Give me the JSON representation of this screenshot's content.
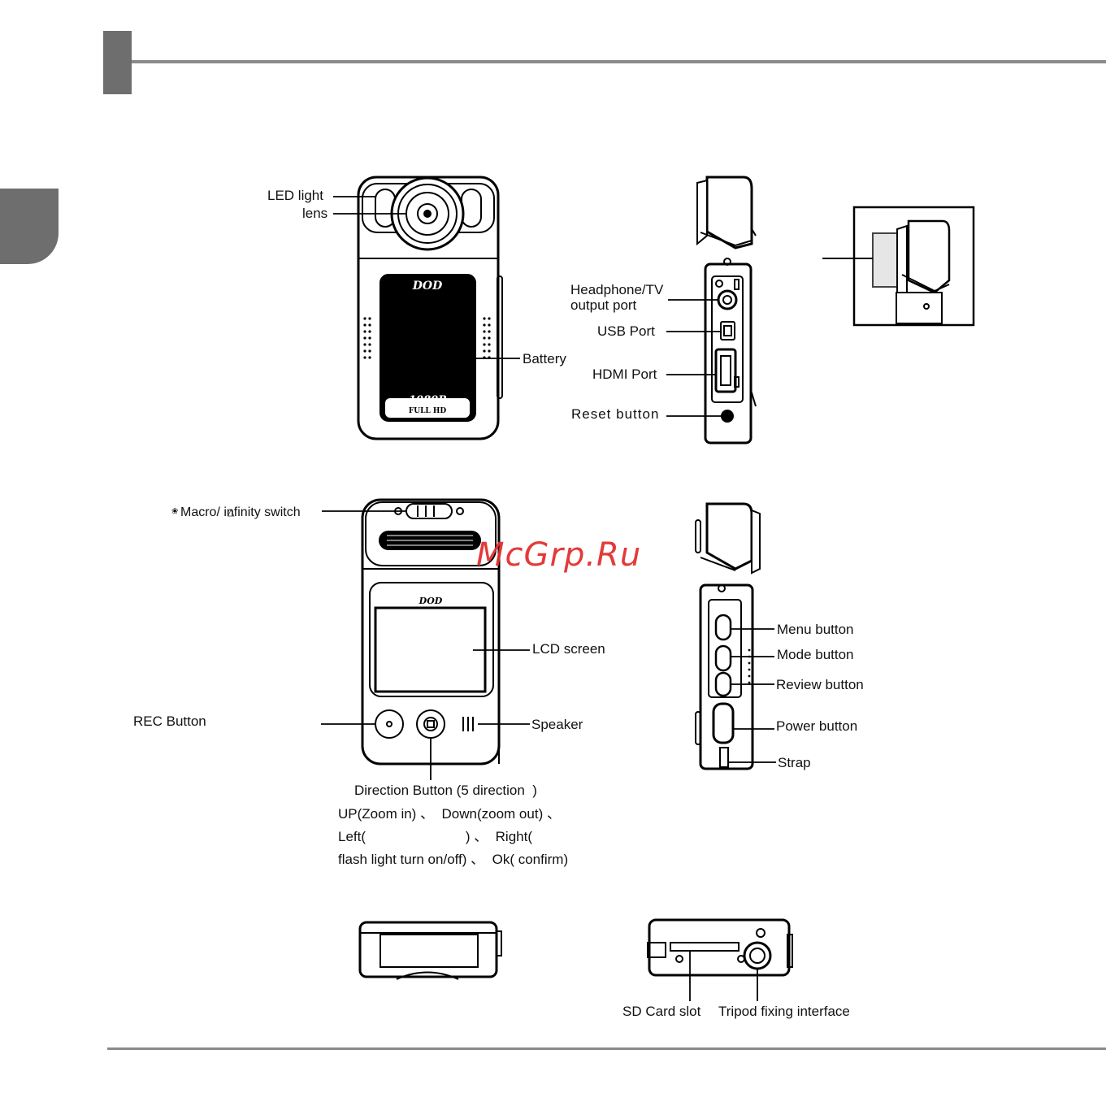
{
  "labels": {
    "led_light": "LED light",
    "lens": "lens",
    "battery": "Battery",
    "headphone_line1": "Headphone/TV",
    "headphone_line2": "output port",
    "usb_port": "USB Port",
    "hdmi_port": "HDMI Port",
    "reset_button": "Reset button",
    "macro_switch": "Macro/ infinity switch",
    "lcd_screen": "LCD screen",
    "rec_button": "REC Button",
    "speaker": "Speaker",
    "menu_button": "Menu button",
    "mode_button": "Mode button",
    "review_button": "Review button",
    "power_button": "Power button",
    "strap": "Strap",
    "sd_card_slot": "SD Card slot",
    "tripod": "Tripod fixing interface"
  },
  "direction_text": {
    "line1": "Direction Button (5 direction  )",
    "line2": "UP(Zoom in) 、  Down(zoom out) 、",
    "line3": "Left(                          ) 、  Right(",
    "line4": "flash light turn on/off) 、  Ok( confirm)"
  },
  "device_print": {
    "brand": "DOD",
    "resolution": "1080P",
    "hd_badge": "FULL HD"
  },
  "watermark": "McGrp.Ru"
}
